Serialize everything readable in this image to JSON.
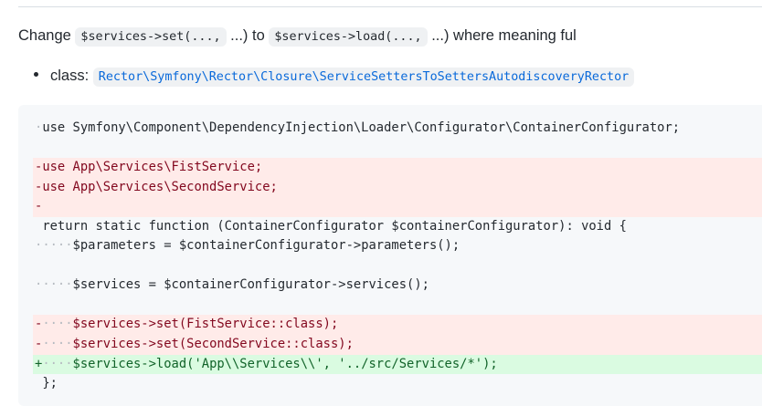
{
  "description": {
    "word_change": "Change",
    "code_old": "$services->set(...,",
    "text_mid": " ...) to ",
    "code_new": "$services->load(...,",
    "text_end": " ...) where meaning ful"
  },
  "rule": {
    "label": "class:",
    "class_name": "Rector\\Symfony\\Rector\\Closure\\ServiceSettersToSettersAutodiscoveryRector"
  },
  "diff": {
    "lines": [
      {
        "type": "ctx",
        "marker": "·",
        "ws": "",
        "code": "use Symfony\\Component\\DependencyInjection\\Loader\\Configurator\\ContainerConfigurator;"
      },
      {
        "type": "ctx",
        "marker": "",
        "ws": "",
        "code": ""
      },
      {
        "type": "del",
        "marker": "-",
        "ws": "",
        "code": "use App\\Services\\FistService;"
      },
      {
        "type": "del",
        "marker": "-",
        "ws": "",
        "code": "use App\\Services\\SecondService;"
      },
      {
        "type": "del",
        "marker": "-",
        "ws": "",
        "code": ""
      },
      {
        "type": "ctx",
        "marker": " ",
        "ws": "",
        "code": "return static function (ContainerConfigurator $containerConfigurator): void {"
      },
      {
        "type": "ctx",
        "marker": "·",
        "ws": "····",
        "code": "$parameters = $containerConfigurator->parameters();"
      },
      {
        "type": "ctx",
        "marker": "",
        "ws": "",
        "code": ""
      },
      {
        "type": "ctx",
        "marker": "·",
        "ws": "····",
        "code": "$services = $containerConfigurator->services();"
      },
      {
        "type": "ctx",
        "marker": "",
        "ws": "",
        "code": ""
      },
      {
        "type": "del",
        "marker": "-",
        "ws": "····",
        "code": "$services->set(FistService::class);"
      },
      {
        "type": "del",
        "marker": "-",
        "ws": "····",
        "code": "$services->set(SecondService::class);"
      },
      {
        "type": "add",
        "marker": "+",
        "ws": "····",
        "code": "$services->load('App\\\\Services\\\\', '../src/Services/*');"
      },
      {
        "type": "ctx",
        "marker": " ",
        "ws": "",
        "code": "};"
      }
    ]
  }
}
